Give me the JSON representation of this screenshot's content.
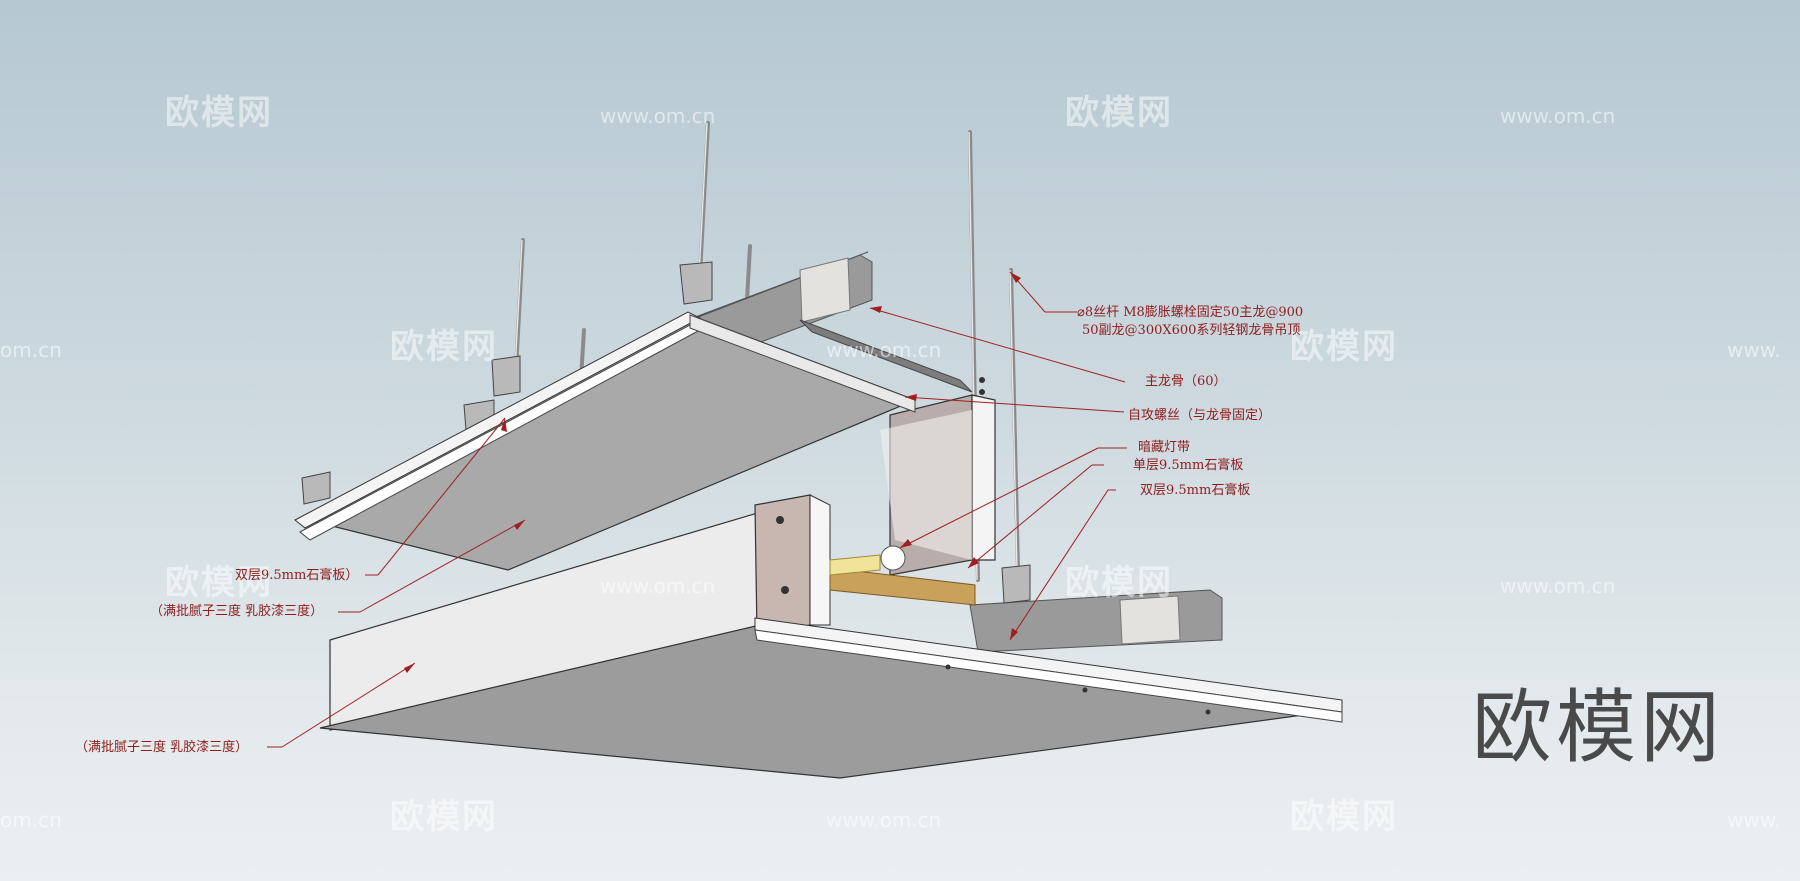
{
  "annotations": {
    "rod_spec_line1": "⌀8丝杆 M8膨胀螺栓固定50主龙@900",
    "rod_spec_line2": "50副龙@300X600系列轻钢龙骨吊顶",
    "main_keel": "主龙骨（60）",
    "self_tapping_screw": "自攻螺丝（与龙骨固定）",
    "hidden_light_strip": "暗藏灯带",
    "single_layer_board": "单层9.5mm石膏板",
    "double_layer_board_right": "双层9.5mm石膏板",
    "double_layer_board_left": "双层9.5mm石膏板）",
    "putty_paint_upper": "（满批腻子三度  乳胶漆三度）",
    "putty_paint_lower": "（满批腻子三度  乳胶漆三度）"
  },
  "watermark": {
    "cn_text": "欧模网",
    "url_text": "www.om.cn",
    "partial_left": "om.cn",
    "partial_right": "www."
  },
  "logo": {
    "text": "欧模网"
  },
  "colors": {
    "annotation": "#8e1d1d",
    "leader_line": "#a02020",
    "background_top": "#b6c8d1",
    "background_bottom": "#eceff1"
  }
}
